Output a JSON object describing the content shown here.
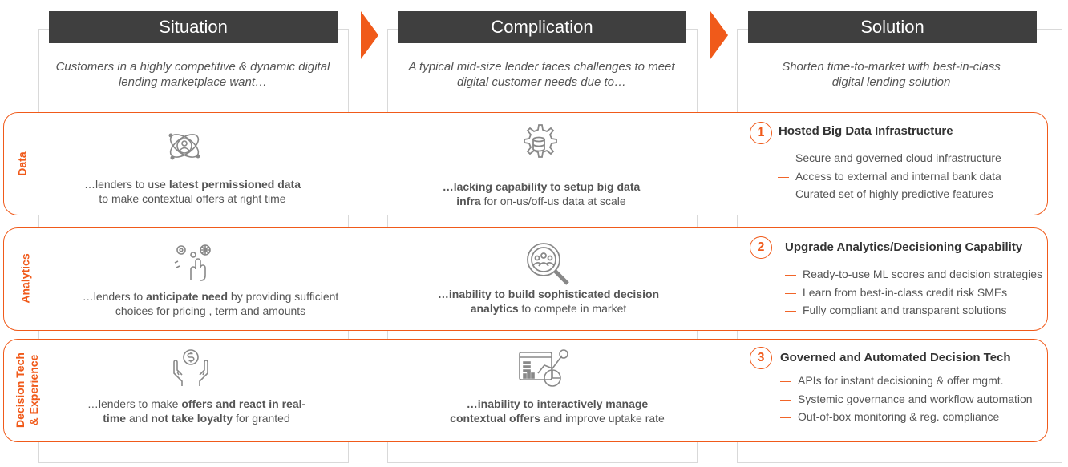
{
  "columns": [
    {
      "header": "Situation",
      "subtitle_line1": "Customers in a highly competitive & dynamic digital",
      "subtitle_line2": "lending marketplace want…"
    },
    {
      "header": "Complication",
      "subtitle_line1": "A typical mid-size lender faces challenges to meet",
      "subtitle_line2": "digital customer needs due to…"
    },
    {
      "header": "Solution",
      "subtitle_line1": "Shorten time-to-market with best-in-class",
      "subtitle_line2": "digital lending solution"
    }
  ],
  "rows": [
    {
      "label": "Data",
      "situation": {
        "pre": "…lenders to use ",
        "bold": "latest permissioned data",
        "post": "to make contextual offers at right time"
      },
      "complication": {
        "bold": "…lacking capability to setup big data infra",
        "post": " for on-us/off-us data at scale"
      },
      "solution": {
        "number": "1",
        "title": "Hosted Big Data Infrastructure",
        "bullets": [
          "Secure and governed cloud infrastructure",
          "Access to external and internal bank data",
          "Curated set of highly predictive features"
        ]
      }
    },
    {
      "label": "Analytics",
      "situation": {
        "pre": "…lenders to ",
        "bold": "anticipate need",
        "post": " by providing sufficient choices for pricing , term and amounts"
      },
      "complication": {
        "bold": "…inability to build sophisticated decision analytics",
        "post": " to compete in market"
      },
      "solution": {
        "number": "2",
        "title": "Upgrade Analytics/Decisioning Capability",
        "bullets": [
          "Ready-to-use ML scores and decision strategies",
          "Learn from best-in-class credit risk SMEs",
          "Fully compliant and transparent solutions"
        ]
      }
    },
    {
      "label_line1": "Decision Tech",
      "label_line2": "& Experience",
      "situation": {
        "pre": "…lenders to make ",
        "bold": "offers and react in real-time",
        "mid": " and ",
        "bold2": "not take loyalty",
        "post": " for granted"
      },
      "complication": {
        "bold": "…inability to interactively manage contextual offers",
        "post": " and improve uptake rate"
      },
      "solution": {
        "number": "3",
        "title": "Governed and Automated Decision Tech",
        "bullets": [
          "APIs for instant decisioning & offer mgmt.",
          "Systemic governance and workflow automation",
          "Out-of-box monitoring & reg. compliance"
        ]
      }
    }
  ],
  "icons": [
    "network-person-icon",
    "database-gear-icon",
    "hand-gears-icon",
    "magnifier-people-icon",
    "hands-dollar-icon",
    "analytics-dashboard-icon"
  ],
  "colors": {
    "accent": "#f05a1a",
    "header_bg": "#3f3f3f"
  }
}
